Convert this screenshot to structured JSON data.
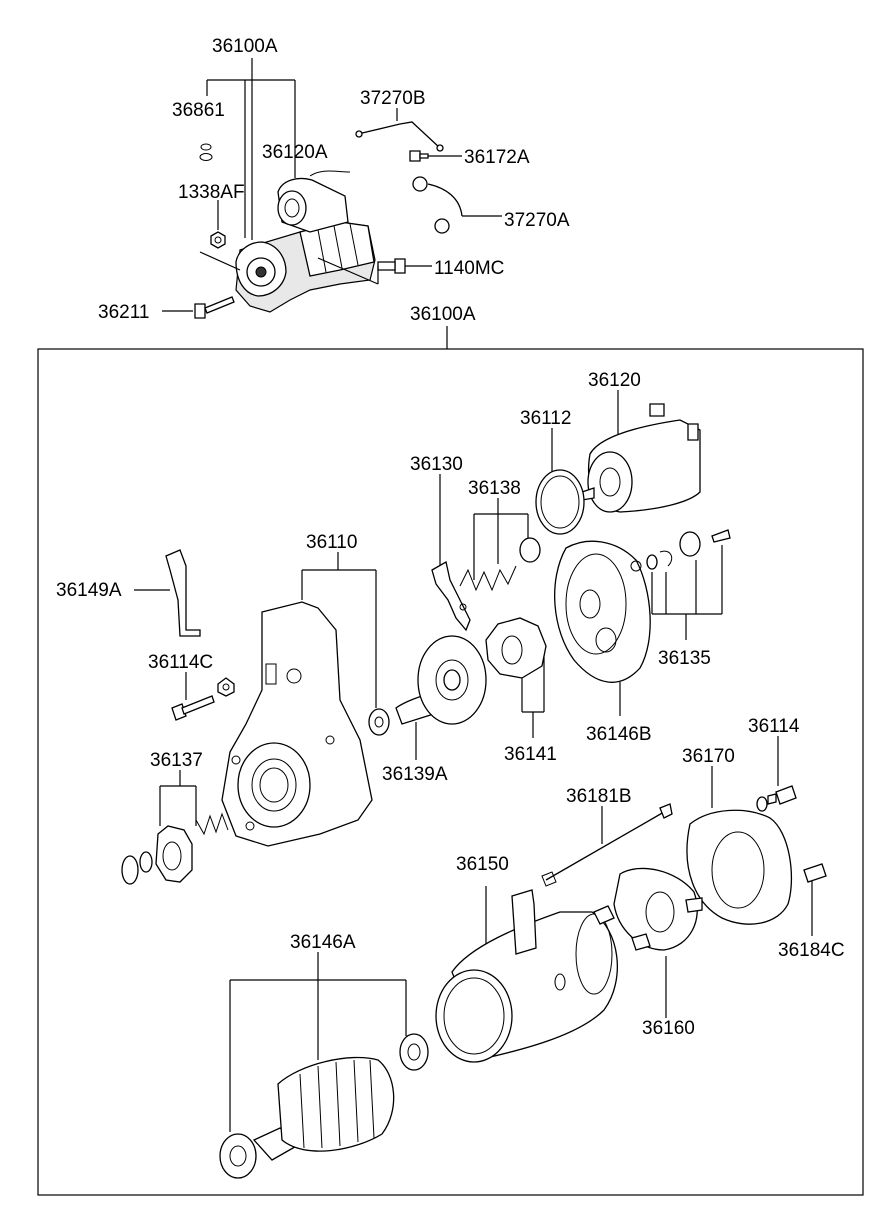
{
  "labels": {
    "l36100A_top": "36100A",
    "l36861": "36861",
    "l36120A": "36120A",
    "l1338AF": "1338AF",
    "l36211": "36211",
    "l37270B": "37270B",
    "l36172A": "36172A",
    "l37270A": "37270A",
    "l1140MC": "1140MC",
    "l36100A_box": "36100A",
    "l36120": "36120",
    "l36112": "36112",
    "l36130": "36130",
    "l36138": "36138",
    "l36110": "36110",
    "l36149A": "36149A",
    "l36114C": "36114C",
    "l36135": "36135",
    "l36146B": "36146B",
    "l36141": "36141",
    "l36139A": "36139A",
    "l36137": "36137",
    "l36114": "36114",
    "l36170": "36170",
    "l36181B": "36181B",
    "l36150": "36150",
    "l36184C": "36184C",
    "l36146A": "36146A",
    "l36160": "36160"
  }
}
